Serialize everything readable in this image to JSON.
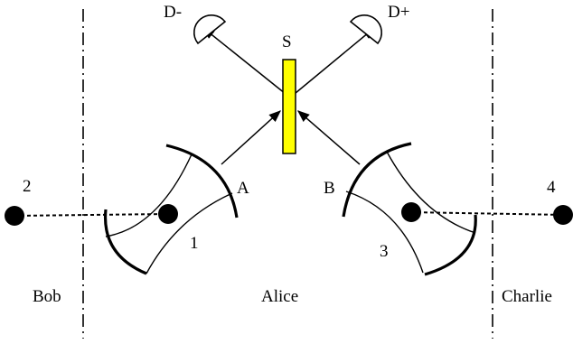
{
  "labels": {
    "splitter": "S",
    "detector_minus": "D-",
    "detector_plus": "D+",
    "port_a": "A",
    "port_b": "B",
    "node_1": "1",
    "node_2": "2",
    "node_3": "3",
    "node_4": "4",
    "region_left": "Bob",
    "region_center": "Alice",
    "region_right": "Charlie"
  },
  "colors": {
    "splitter_fill": "#FFFF00",
    "ink": "#000000",
    "background": "#FFFFFF"
  }
}
